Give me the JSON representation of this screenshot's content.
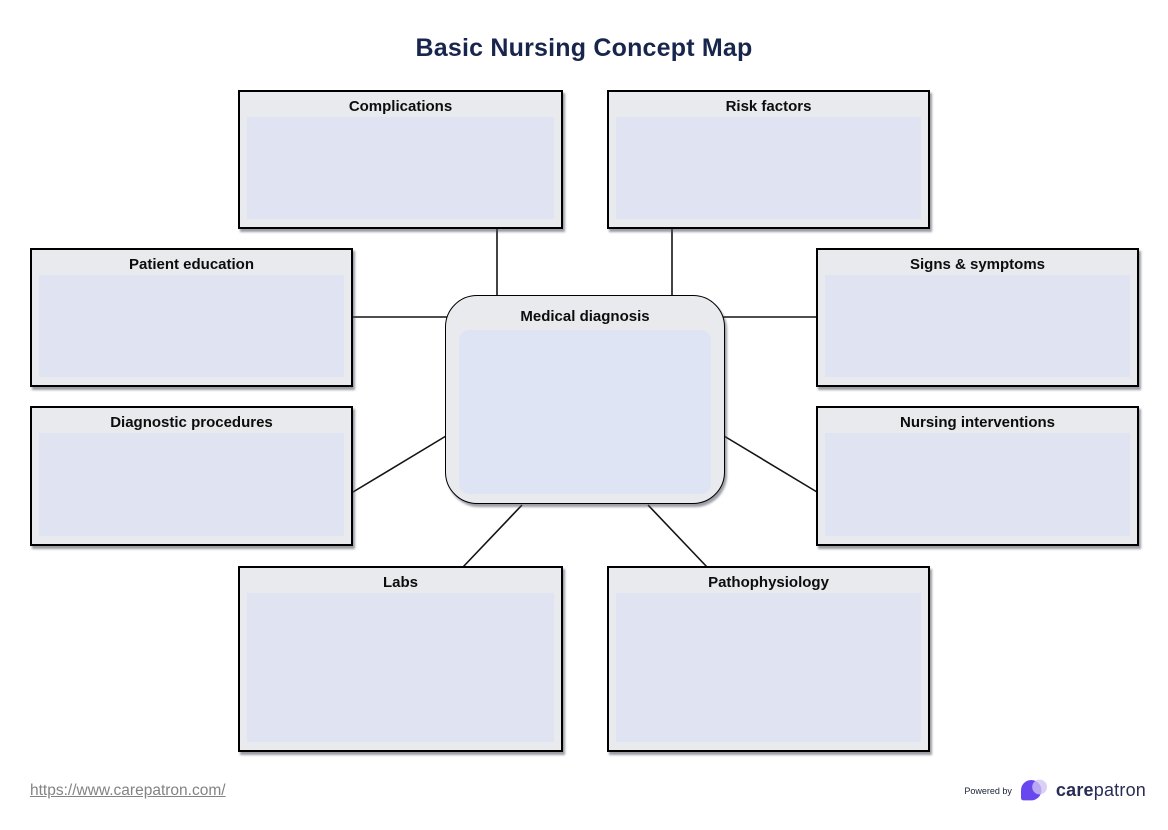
{
  "title": "Basic Nursing Concept Map",
  "map": {
    "center": {
      "label": "Medical diagnosis"
    },
    "nodes": [
      {
        "label": "Complications"
      },
      {
        "label": "Risk factors"
      },
      {
        "label": "Patient education"
      },
      {
        "label": "Signs & symptoms"
      },
      {
        "label": "Diagnostic procedures"
      },
      {
        "label": "Nursing interventions"
      },
      {
        "label": "Labs"
      },
      {
        "label": "Pathophysiology"
      }
    ]
  },
  "footer": {
    "link": "https://www.carepatron.com/",
    "powered_by": "Powered by",
    "brand_bold": "care",
    "brand_regular": "patron"
  },
  "colors": {
    "title_text": "#18254c",
    "box_outer": "#e9eaee",
    "box_inner": "#dfe3f2",
    "box_border": "#000000",
    "connector": "#141414",
    "link_text": "#838383",
    "logo_purple": "#6847ef",
    "logo_lavender": "#cfc3f4",
    "brand_navy": "#272d55"
  }
}
